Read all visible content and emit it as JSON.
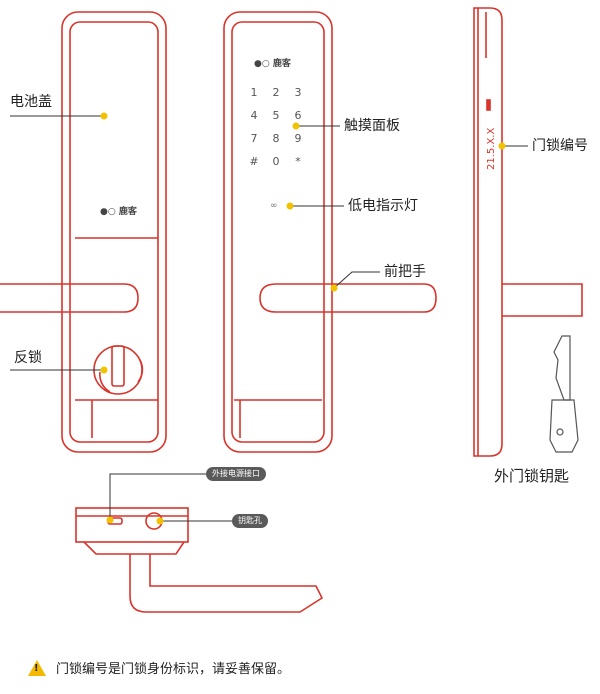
{
  "labels": {
    "battery_cover": "电池盖",
    "touch_panel": "触摸面板",
    "low_battery_indicator": "低电指示灯",
    "front_handle": "前把手",
    "anti_lock": "反锁",
    "lock_number": "门锁编号",
    "outer_key": "外门锁钥匙",
    "ext_power_port": "外接电源接口",
    "keyhole": "钥匙孔"
  },
  "serial_text": "21.5.X.X",
  "keypad": [
    "1",
    "2",
    "3",
    "4",
    "5",
    "6",
    "7",
    "8",
    "9",
    "#",
    "0",
    "*"
  ],
  "note": "门锁编号是门锁身份标识，请妥善保留。",
  "colors": {
    "outline": "#d9342b",
    "dot": "#f2c200",
    "line": "#333333",
    "warning": "#f5b800"
  }
}
